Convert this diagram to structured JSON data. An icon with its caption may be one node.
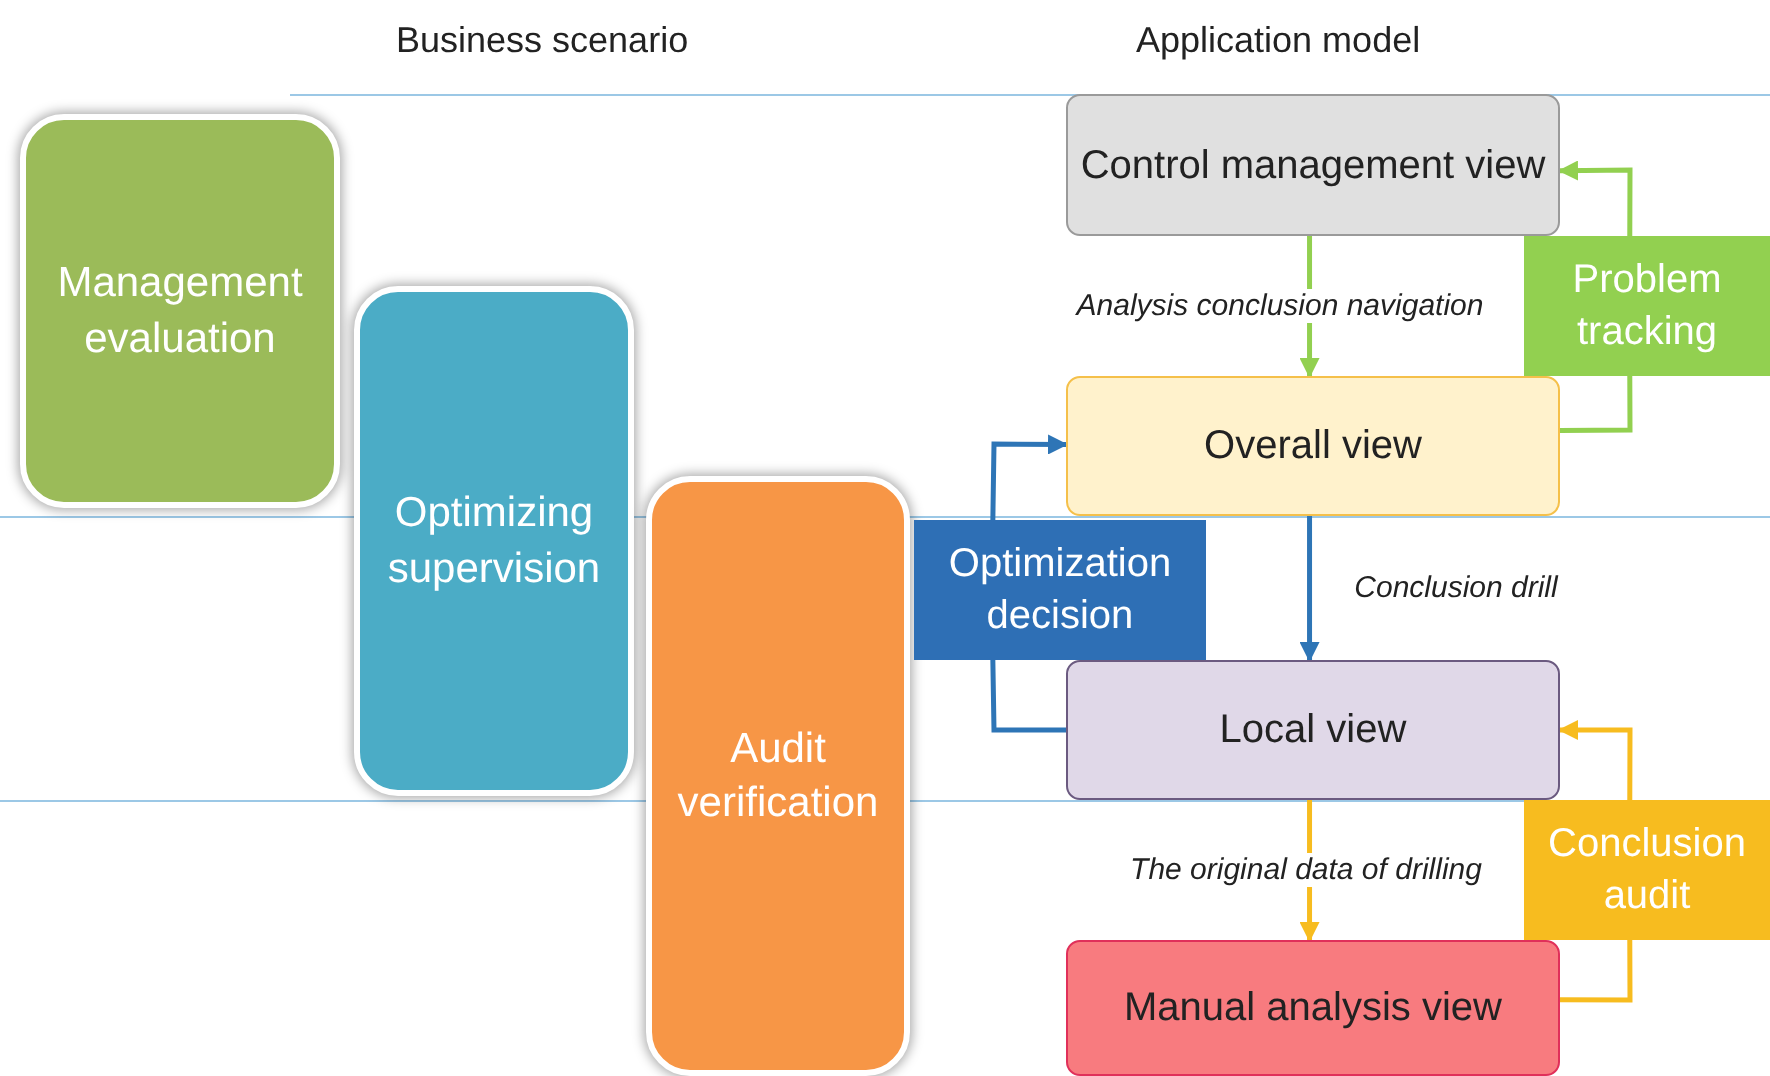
{
  "diagram": {
    "nodes": [
      {
        "text": [
          "Management evaluation"
        ]
      },
      {
        "text": [
          "Optimizing supervision"
        ]
      },
      {
        "text": [
          "Audit verification"
        ]
      },
      {
        "text": [
          "Control management view"
        ]
      },
      {
        "text": [
          "Overall view"
        ]
      },
      {
        "text": [
          "Local view"
        ]
      },
      {
        "text": [
          "Manual analysis view"
        ]
      },
      {
        "text": [
          "Problem tracking"
        ]
      },
      {
        "text": [
          "Optimization decision"
        ]
      },
      {
        "text": [
          "Conclusion audit"
        ]
      }
    ],
    "edges": [
      {
        "from": 3,
        "to": 4,
        "arrow": "to",
        "label": "Analysis conclusion navigation",
        "color": "#92d050"
      },
      {
        "from": 4,
        "to": 7,
        "arrow": "none",
        "color": "#92d050"
      },
      {
        "from": 7,
        "to": 3,
        "arrow": "to",
        "color": "#92d050"
      },
      {
        "from": 8,
        "to": 4,
        "arrow": "to",
        "color": "#2e75b6"
      },
      {
        "from": 4,
        "to": 5,
        "arrow": "to",
        "label": "Conclusion drill",
        "color": "#2e75b6"
      },
      {
        "from": 5,
        "to": 8,
        "arrow": "none",
        "color": "#2e75b6"
      },
      {
        "from": 5,
        "to": 6,
        "arrow": "to",
        "label": "The original data of drilling",
        "color": "#f7bc1f"
      },
      {
        "from": 6,
        "to": 9,
        "arrow": "none",
        "color": "#f7bc1f"
      },
      {
        "from": 9,
        "to": 5,
        "arrow": "to",
        "color": "#f7bc1f"
      }
    ],
    "labels": [
      "Business scenario",
      "Application model"
    ]
  }
}
